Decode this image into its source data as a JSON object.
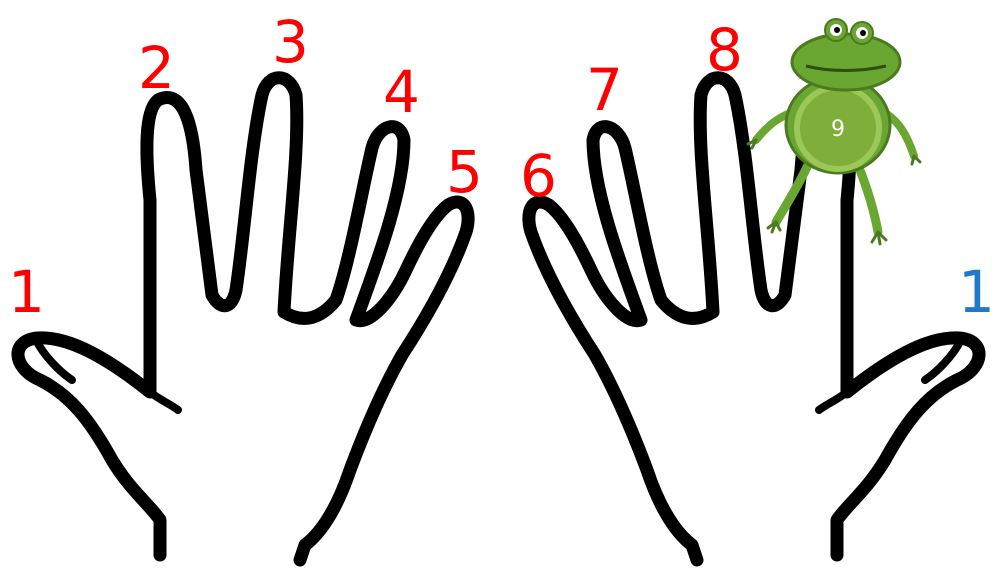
{
  "left_hand": {
    "labels": [
      "1",
      "2",
      "3",
      "4",
      "5"
    ]
  },
  "right_hand": {
    "labels": [
      "6",
      "7",
      "8"
    ],
    "thumb_label": "1"
  },
  "frog": {
    "belly_number": "9"
  },
  "colors": {
    "finger_number": "#ff0000",
    "thumb_number_right": "#1f78c8",
    "frog_body": "#6aa632",
    "frog_belly": "#8fbf3f",
    "frog_belly_inner": "#7fae3a",
    "frog_outline": "#4c7a1f",
    "hand_outline": "#000000"
  }
}
